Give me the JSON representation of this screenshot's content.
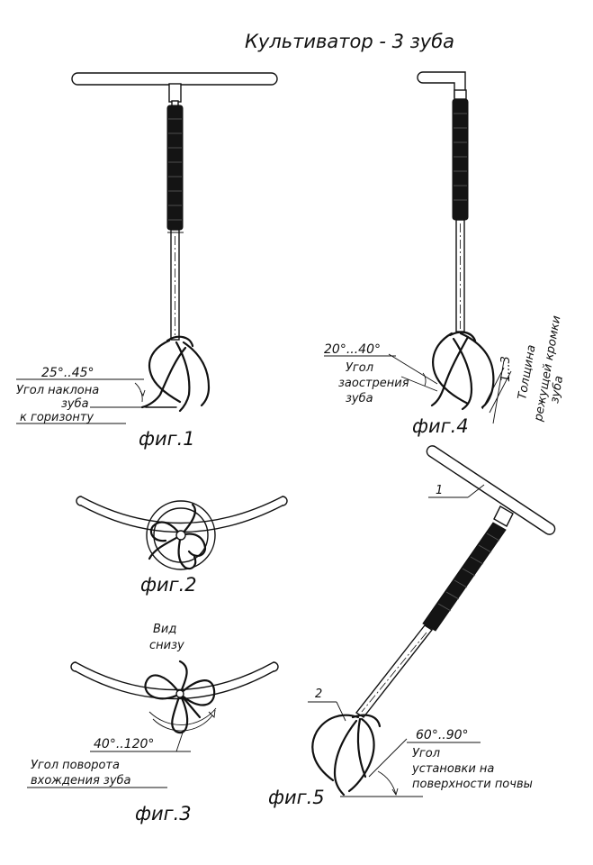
{
  "title": "Культиватор - 3 зуба",
  "figures": {
    "fig1": {
      "caption": "фиг.1",
      "dimension": "25°..45°",
      "label_lines": [
        "Угол наклона",
        "зуба",
        "к горизонту"
      ]
    },
    "fig2": {
      "caption": "фиг.2"
    },
    "fig3": {
      "caption": "фиг.3",
      "view_lines": [
        "Вид",
        "снизу"
      ],
      "dimension": "40°..120°",
      "label_lines": [
        "Угол поворота",
        "вхождения зуба"
      ]
    },
    "fig4": {
      "caption": "фиг.4",
      "dimension": "20°...40°",
      "label_lines": [
        "Угол",
        "заострения",
        "зуба"
      ],
      "thickness_dim": "1...3",
      "thickness_label_lines": [
        "Толщина",
        "режущей кромки",
        "зуба"
      ]
    },
    "fig5": {
      "caption": "фиг.5",
      "callout_1": "1",
      "callout_2": "2",
      "dimension": "60°..90°",
      "label_lines": [
        "Угол",
        "установки на",
        "поверхности почвы"
      ]
    }
  },
  "colors": {
    "ink": "#111111",
    "paper": "#ffffff"
  }
}
